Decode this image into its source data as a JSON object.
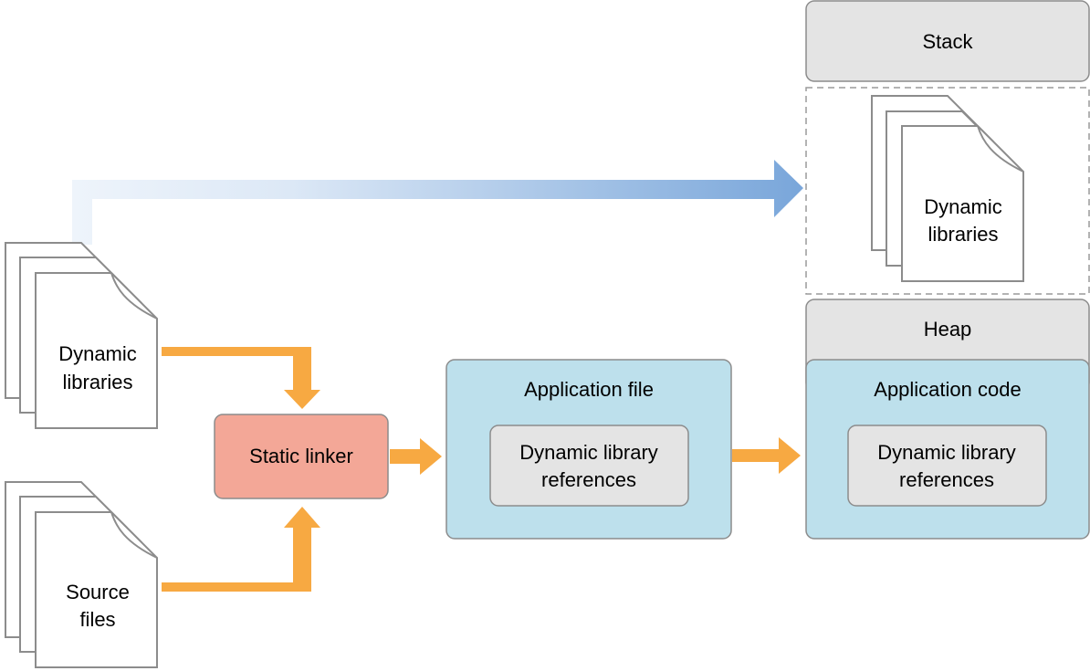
{
  "nodes": {
    "dyn_libs_input": {
      "line1": "Dynamic",
      "line2": "libraries"
    },
    "source_files": {
      "line1": "Source",
      "line2": "files"
    },
    "static_linker": {
      "label": "Static linker"
    },
    "app_file": {
      "title": "Application file",
      "inner_line1": "Dynamic library",
      "inner_line2": "references"
    },
    "memory": {
      "stack": "Stack",
      "dyn_libs_loaded": {
        "line1": "Dynamic",
        "line2": "libraries"
      },
      "heap": "Heap",
      "app_code": {
        "title": "Application code",
        "inner_line1": "Dynamic library",
        "inner_line2": "references"
      }
    }
  },
  "colors": {
    "orange_arrow": "#f7a942",
    "blue_arrow": "#79a6da",
    "linker_fill": "#f3a797",
    "app_fill": "#bde0ec",
    "gray_fill": "#e4e4e4",
    "border": "#8c8c8c"
  }
}
